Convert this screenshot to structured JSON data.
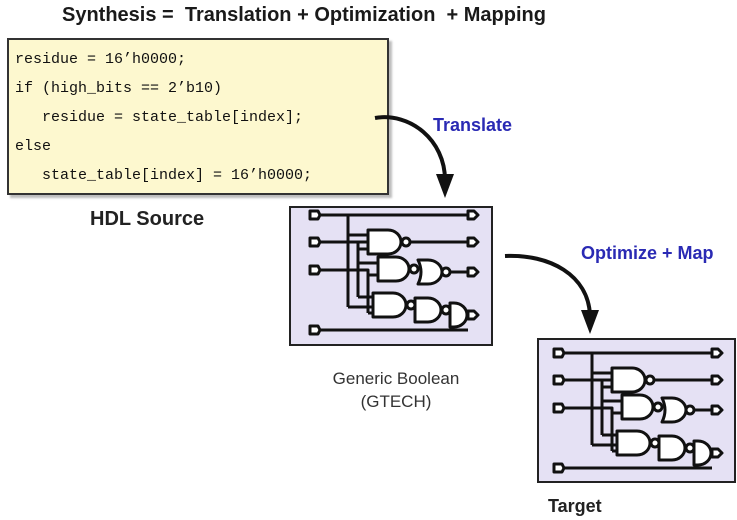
{
  "title": "Synthesis =  Translation + Optimization  + Mapping",
  "code_lines": [
    "residue = 16’h0000;",
    "if (high_bits == 2’b10)",
    "   residue = state_table[index];",
    "else",
    "   state_table[index] = 16’h0000;"
  ],
  "labels": {
    "hdl_source": "HDL Source",
    "translate": "Translate",
    "optimize_map": "Optimize + Map",
    "generic_boolean_line1": "Generic Boolean",
    "generic_boolean_line2": "(GTECH)",
    "target": "Target"
  },
  "colors": {
    "code_bg": "#fdf8cf",
    "panel_bg": "#e5e1f4",
    "arrow_label": "#2a2ab4"
  }
}
